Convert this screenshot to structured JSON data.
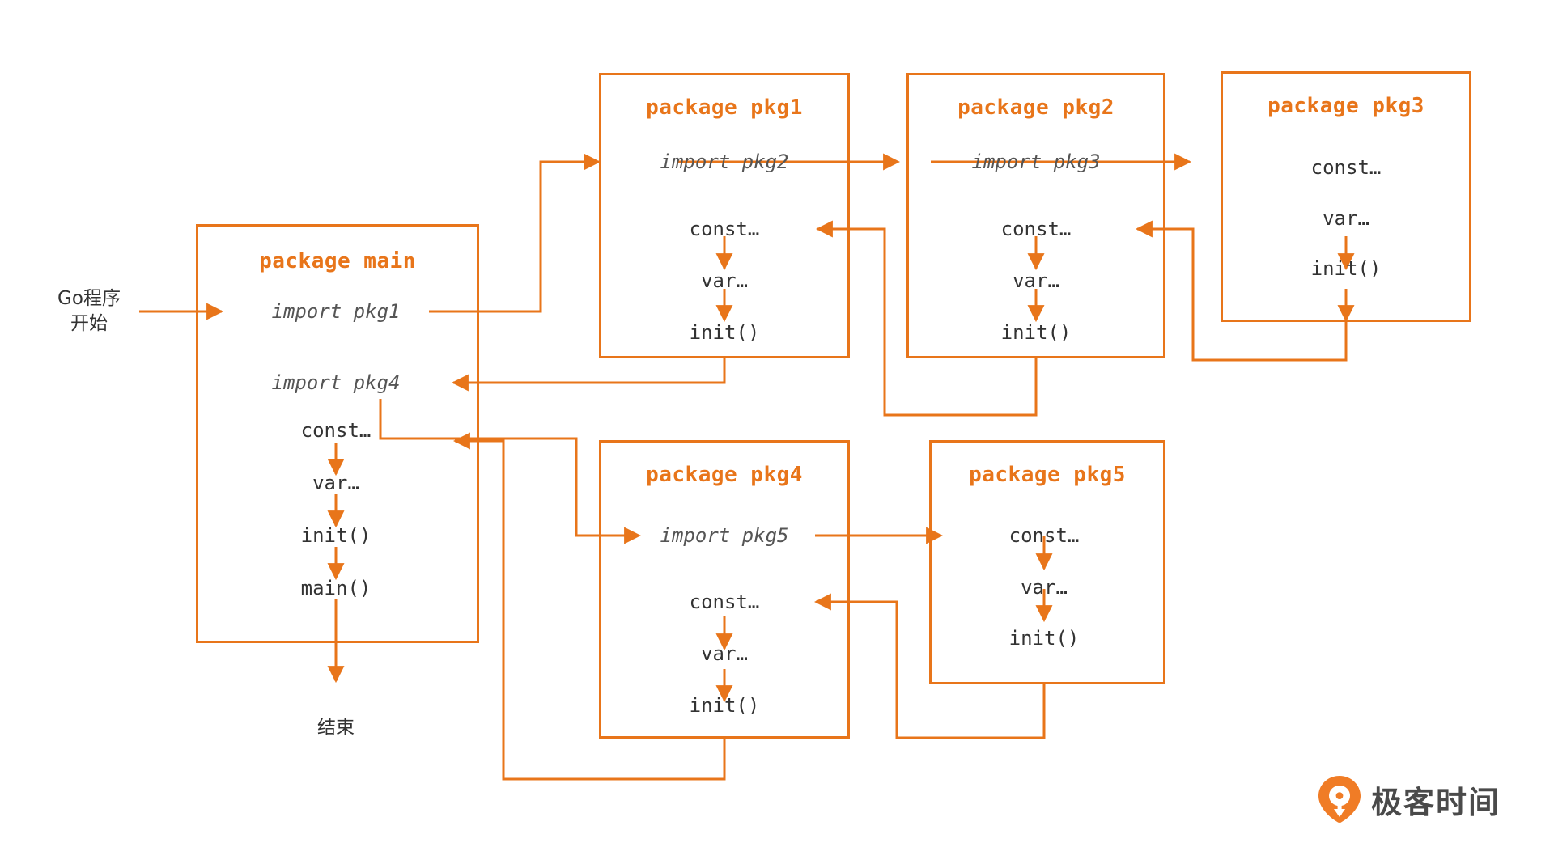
{
  "diagram": {
    "title": "Go program package initialization order",
    "accent_color": "#E8751A",
    "text_color": "#333333",
    "start_label": "Go程序\n开始",
    "start_label_line1": "Go程序",
    "start_label_line2": "开始",
    "end_label": "结束"
  },
  "packages": [
    {
      "id": "main",
      "title": "package main",
      "nodes": [
        "import pkg1",
        "import pkg4",
        "const…",
        "var…",
        "init()",
        "main()"
      ]
    },
    {
      "id": "pkg1",
      "title": "package pkg1",
      "nodes": [
        "import pkg2",
        "const…",
        "var…",
        "init()"
      ]
    },
    {
      "id": "pkg2",
      "title": "package pkg2",
      "nodes": [
        "import pkg3",
        "const…",
        "var…",
        "init()"
      ]
    },
    {
      "id": "pkg3",
      "title": "package pkg3",
      "nodes": [
        "const…",
        "var…",
        "init()"
      ]
    },
    {
      "id": "pkg4",
      "title": "package pkg4",
      "nodes": [
        "import pkg5",
        "const…",
        "var…",
        "init()"
      ]
    },
    {
      "id": "pkg5",
      "title": "package pkg5",
      "nodes": [
        "const…",
        "var…",
        "init()"
      ]
    }
  ],
  "nodes": {
    "main_title": "package main",
    "main_import_pkg1": "import pkg1",
    "main_import_pkg4": "import pkg4",
    "main_const": "const…",
    "main_var": "var…",
    "main_init": "init()",
    "main_main": "main()",
    "pkg1_title": "package pkg1",
    "pkg1_import_pkg2": "import pkg2",
    "pkg1_const": "const…",
    "pkg1_var": "var…",
    "pkg1_init": "init()",
    "pkg2_title": "package pkg2",
    "pkg2_import_pkg3": "import pkg3",
    "pkg2_const": "const…",
    "pkg2_var": "var…",
    "pkg2_init": "init()",
    "pkg3_title": "package pkg3",
    "pkg3_const": "const…",
    "pkg3_var": "var…",
    "pkg3_init": "init()",
    "pkg4_title": "package pkg4",
    "pkg4_import_pkg5": "import pkg5",
    "pkg4_const": "const…",
    "pkg4_var": "var…",
    "pkg4_init": "init()",
    "pkg5_title": "package pkg5",
    "pkg5_const": "const…",
    "pkg5_var": "var…",
    "pkg5_init": "init()"
  },
  "branding": {
    "logo_text": "极客时间",
    "logo_color": "#F07C26"
  }
}
